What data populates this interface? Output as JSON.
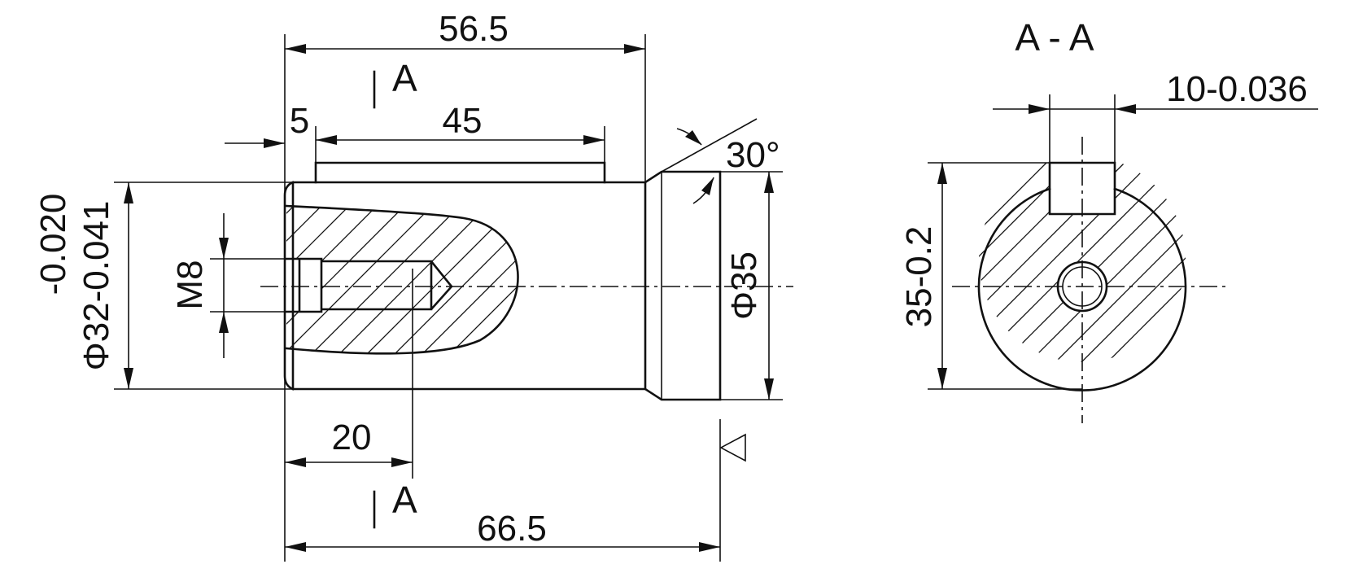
{
  "section_view_title": "A - A",
  "section_marks": [
    "A",
    "A"
  ],
  "dimensions": {
    "overall_length": "66.5",
    "body_length": "56.5",
    "key_length": "45",
    "key_offset": "5",
    "thread_depth": "20",
    "thread": "M8",
    "shaft_dia": "Φ32-0.041",
    "shaft_dia_upper": "-0.020",
    "flange_dia": "Φ35",
    "chamfer_angle": "30°",
    "key_height": "35-0.2",
    "key_width": "10-0.036"
  },
  "symbols": [
    "surface-finish-triangle",
    "section-cut-marks",
    "centerlines",
    "hatching"
  ]
}
